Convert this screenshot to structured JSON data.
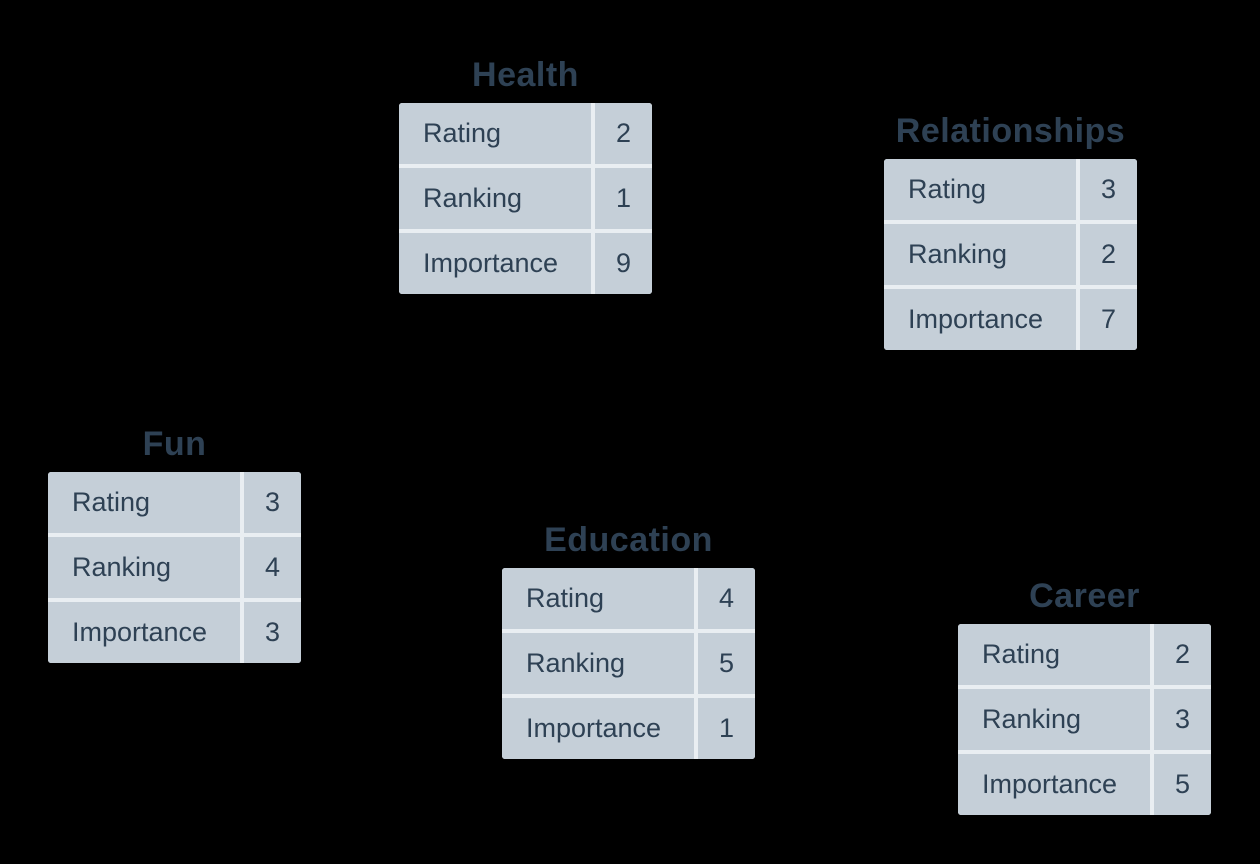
{
  "canvas": {
    "background_color": "#000000"
  },
  "palette": {
    "cell_background": "#c5cfd8",
    "divider": "#e9eef2",
    "text": "#2e4154"
  },
  "tables": [
    {
      "title": "Health",
      "rows": [
        {
          "label": "Rating",
          "value": 2
        },
        {
          "label": "Ranking",
          "value": 1
        },
        {
          "label": "Importance",
          "value": 9
        }
      ]
    },
    {
      "title": "Relationships",
      "rows": [
        {
          "label": "Rating",
          "value": 3
        },
        {
          "label": "Ranking",
          "value": 2
        },
        {
          "label": "Importance",
          "value": 7
        }
      ]
    },
    {
      "title": "Fun",
      "rows": [
        {
          "label": "Rating",
          "value": 3
        },
        {
          "label": "Ranking",
          "value": 4
        },
        {
          "label": "Importance",
          "value": 3
        }
      ]
    },
    {
      "title": "Education",
      "rows": [
        {
          "label": "Rating",
          "value": 4
        },
        {
          "label": "Ranking",
          "value": 5
        },
        {
          "label": "Importance",
          "value": 1
        }
      ]
    },
    {
      "title": "Career",
      "rows": [
        {
          "label": "Rating",
          "value": 2
        },
        {
          "label": "Ranking",
          "value": 3
        },
        {
          "label": "Importance",
          "value": 5
        }
      ]
    }
  ]
}
